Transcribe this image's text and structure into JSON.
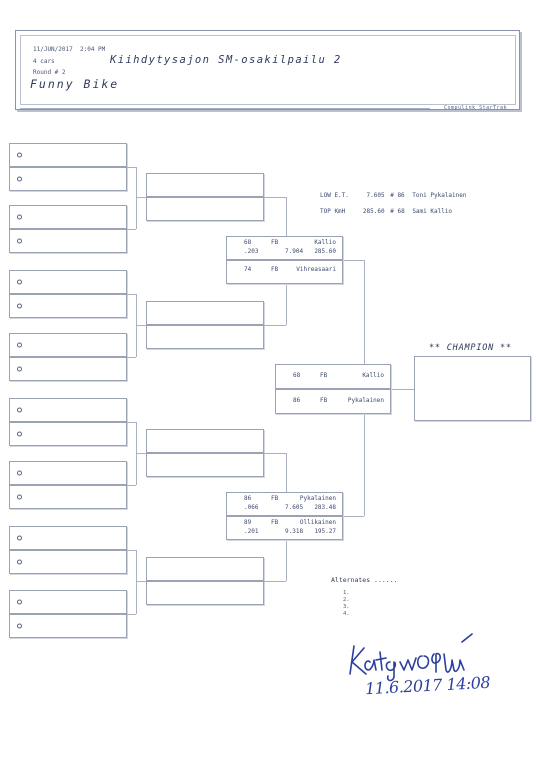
{
  "header": {
    "date": "11/JUN/2017",
    "time": "2:04 PM",
    "cars": "4 cars",
    "round": "Round # 2",
    "title": "Kiihdytysajon SM-osakilpailu 2",
    "class_name": "Funny Bike",
    "brand": "Compulink StarTrak"
  },
  "stats": {
    "low_et": {
      "label": "LOW E.T.",
      "value": "7.605",
      "car": "# 86",
      "driver": "Toni Pykalainen"
    },
    "top_speed": {
      "label": "TOP KmH",
      "value": "285.60",
      "car": "# 68",
      "driver": "Sami Kallio"
    }
  },
  "round2": {
    "upper": {
      "top": {
        "car": "68",
        "class": "FB",
        "name": "Kallio",
        "rt": ".203",
        "et": "7.904",
        "speed": "285.60"
      },
      "bottom": {
        "car": "74",
        "class": "FB",
        "name": "Vihreasaari"
      }
    },
    "lower": {
      "top": {
        "car": "86",
        "class": "FB",
        "name": "Pykalainen",
        "rt": ".066",
        "et": "7.605",
        "speed": "283.48"
      },
      "bottom": {
        "car": "89",
        "class": "FB",
        "name": "Ollikainen",
        "rt": ".201",
        "et": "9.318",
        "speed": "195.27"
      }
    }
  },
  "final": {
    "top": {
      "car": "68",
      "class": "FB",
      "name": "Kallio"
    },
    "bottom": {
      "car": "86",
      "class": "FB",
      "name": "Pykalainen"
    }
  },
  "champion": {
    "label": "** CHAMPION **"
  },
  "alternates": {
    "title": "Alternates ......",
    "items": [
      "1.",
      "2.",
      "3.",
      "4."
    ]
  },
  "signature": {
    "date_time": "11.6.2017 14:08"
  }
}
